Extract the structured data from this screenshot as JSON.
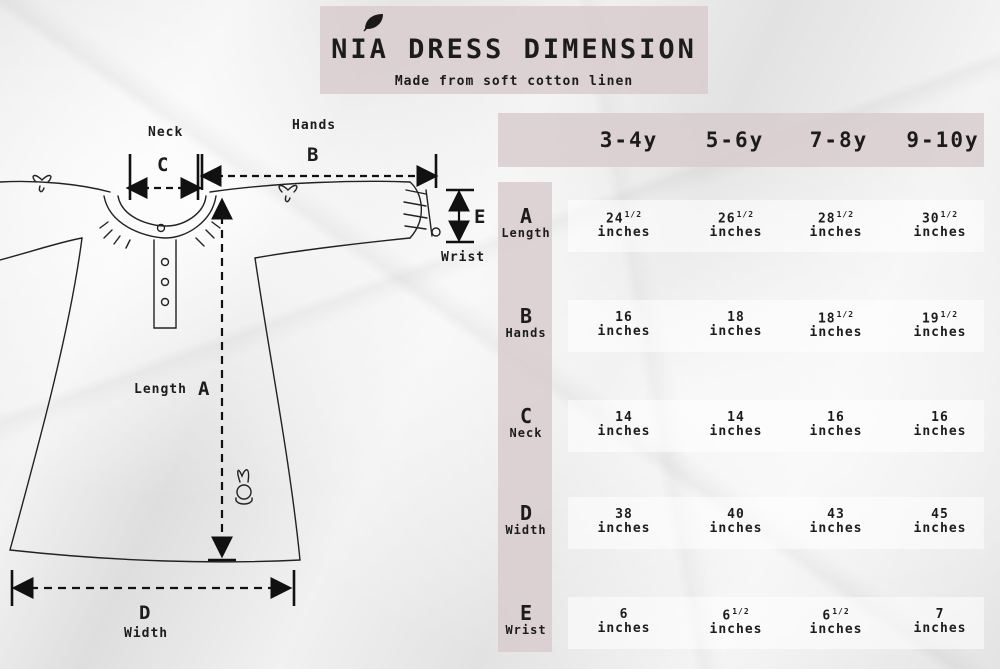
{
  "title": "NIA DRESS DIMENSION",
  "subtitle": "Made from soft cotton linen",
  "diagram": {
    "labels": {
      "neck": "Neck",
      "hands": "Hands",
      "length": "Length",
      "width": "Width",
      "wrist": "Wrist"
    },
    "letters": {
      "a": "A",
      "b": "B",
      "c": "C",
      "d": "D",
      "e": "E"
    }
  },
  "table": {
    "columns": [
      "3-4y",
      "5-6y",
      "7-8y",
      "9-10y"
    ],
    "unit": "inches",
    "rows": [
      {
        "letter": "A",
        "name": "Length",
        "values": [
          {
            "whole": "24",
            "frac": "1/2"
          },
          {
            "whole": "26",
            "frac": "1/2"
          },
          {
            "whole": "28",
            "frac": "1/2"
          },
          {
            "whole": "30",
            "frac": "1/2"
          }
        ]
      },
      {
        "letter": "B",
        "name": "Hands",
        "values": [
          {
            "whole": "16",
            "frac": ""
          },
          {
            "whole": "18",
            "frac": ""
          },
          {
            "whole": "18",
            "frac": "1/2"
          },
          {
            "whole": "19",
            "frac": "1/2"
          }
        ]
      },
      {
        "letter": "C",
        "name": "Neck",
        "values": [
          {
            "whole": "14",
            "frac": ""
          },
          {
            "whole": "14",
            "frac": ""
          },
          {
            "whole": "16",
            "frac": ""
          },
          {
            "whole": "16",
            "frac": ""
          }
        ]
      },
      {
        "letter": "D",
        "name": "Width",
        "values": [
          {
            "whole": "38",
            "frac": ""
          },
          {
            "whole": "40",
            "frac": ""
          },
          {
            "whole": "43",
            "frac": ""
          },
          {
            "whole": "45",
            "frac": ""
          }
        ]
      },
      {
        "letter": "E",
        "name": "Wrist",
        "values": [
          {
            "whole": "6",
            "frac": ""
          },
          {
            "whole": "6",
            "frac": "1/2"
          },
          {
            "whole": "6",
            "frac": "1/2"
          },
          {
            "whole": "7",
            "frac": ""
          }
        ]
      }
    ]
  }
}
